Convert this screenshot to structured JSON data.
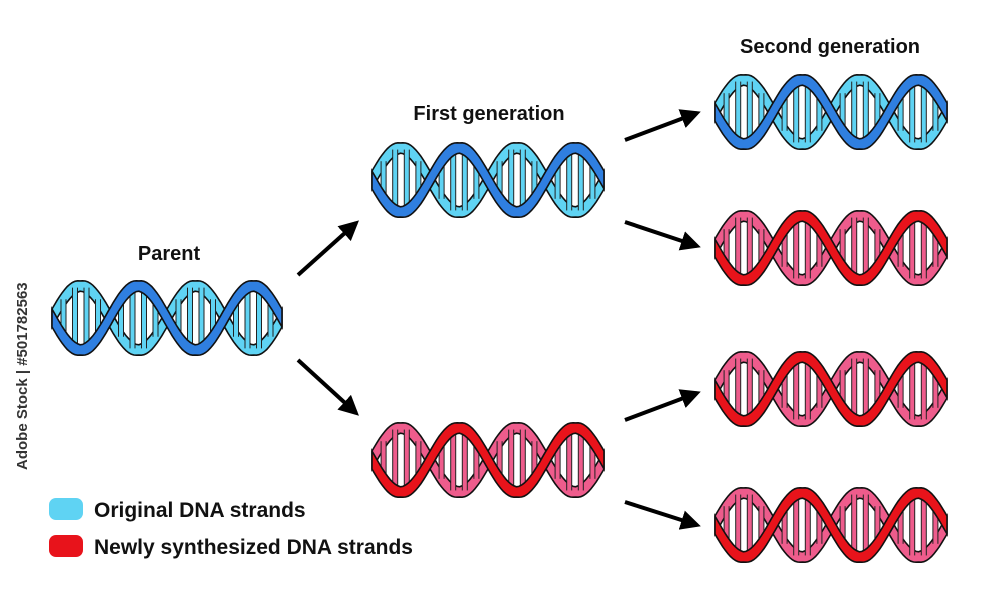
{
  "labels": {
    "parent": "Parent",
    "first_generation": "First generation",
    "second_generation": "Second generation"
  },
  "legend": [
    {
      "label": "Original DNA strands",
      "color": "#5fd3f3"
    },
    {
      "label": "Newly synthesized DNA strands",
      "color": "#e8131b"
    }
  ],
  "side_id": "Adobe Stock | #501782563",
  "colors": {
    "original_dark": "#2f7fe0",
    "original_light": "#5fd3f3",
    "new_dark": "#e8131b",
    "new_light": "#ee5c8c",
    "arrow": "#000000"
  },
  "helices": [
    {
      "id": "parent",
      "front": "original",
      "back": "original"
    },
    {
      "id": "gen1-top",
      "front": "original",
      "back": "original"
    },
    {
      "id": "gen1-bottom",
      "front": "new",
      "back": "new"
    },
    {
      "id": "gen2-1",
      "front": "original",
      "back": "original"
    },
    {
      "id": "gen2-2",
      "front": "new",
      "back": "new"
    },
    {
      "id": "gen2-3",
      "front": "new",
      "back": "new"
    },
    {
      "id": "gen2-4",
      "front": "new",
      "back": "new"
    }
  ]
}
